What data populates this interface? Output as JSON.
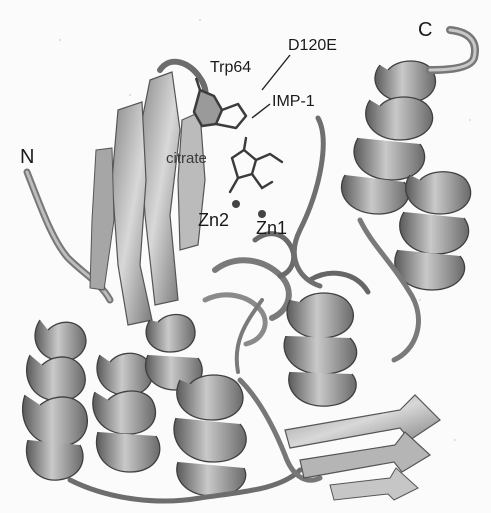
{
  "figure": {
    "labels": {
      "n_terminus": "N",
      "c_terminus": "C",
      "trp64": "Trp64",
      "d120e": "D120E",
      "imp1": "IMP-1",
      "citrate": "citrate",
      "zn2": "Zn2",
      "zn1": "Zn1"
    }
  }
}
